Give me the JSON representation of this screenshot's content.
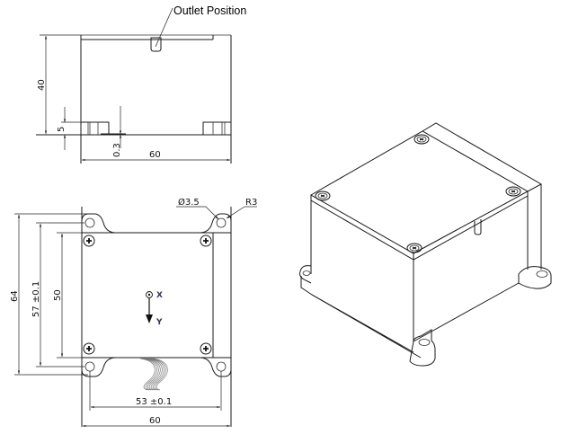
{
  "annotations": {
    "outlet_position": "Outlet Position"
  },
  "side_view": {
    "height_dim": "40",
    "flange_dim": "5",
    "gap_dim": "0.3",
    "width_dim": "60"
  },
  "top_view": {
    "hole_diameter": "Ø3.5",
    "corner_radius": "R3",
    "outer_height_dim": "64",
    "hole_pitch_vertical": "57 ±0.1",
    "body_height_dim": "50",
    "hole_pitch_horizontal": "53 ±0.1",
    "width_dim": "60",
    "axis_x": "X",
    "axis_y": "Y"
  },
  "iso_view": {
    "description": "isometric view of enclosure with 4 lid screws and 4 mounting flanges"
  },
  "colors": {
    "line": "#1a1a1a",
    "background": "#ffffff",
    "axis_label": "#333355"
  }
}
